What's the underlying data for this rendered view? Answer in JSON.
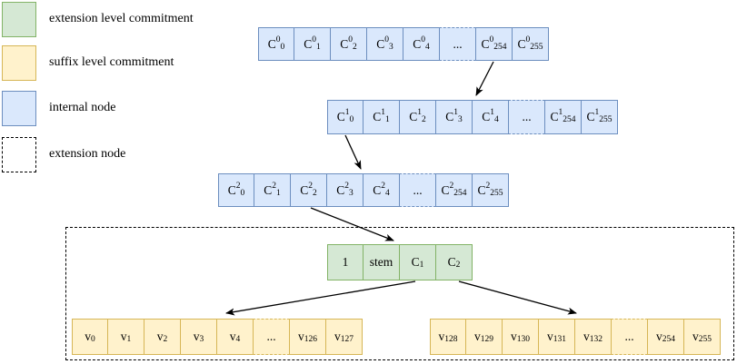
{
  "legend": {
    "items": [
      {
        "id": "extension-level-commitment",
        "label": "extension level commitment"
      },
      {
        "id": "suffix-level-commitment",
        "label": "suffix level commitment"
      },
      {
        "id": "internal-node",
        "label": "internal node"
      },
      {
        "id": "extension-node",
        "label": "extension node"
      }
    ]
  },
  "tree": {
    "internal_rows": [
      {
        "level": "0",
        "cells": [
          {
            "t": "C",
            "sup": "0",
            "sub": "0"
          },
          {
            "t": "C",
            "sup": "0",
            "sub": "1"
          },
          {
            "t": "C",
            "sup": "0",
            "sub": "2"
          },
          {
            "t": "C",
            "sup": "0",
            "sub": "3"
          },
          {
            "t": "C",
            "sup": "0",
            "sub": "4"
          },
          {
            "t": "...",
            "dashed": true
          },
          {
            "t": "C",
            "sup": "0",
            "sub": "254"
          },
          {
            "t": "C",
            "sup": "0",
            "sub": "255"
          }
        ]
      },
      {
        "level": "1",
        "cells": [
          {
            "t": "C",
            "sup": "1",
            "sub": "0"
          },
          {
            "t": "C",
            "sup": "1",
            "sub": "1"
          },
          {
            "t": "C",
            "sup": "1",
            "sub": "2"
          },
          {
            "t": "C",
            "sup": "1",
            "sub": "3"
          },
          {
            "t": "C",
            "sup": "1",
            "sub": "4"
          },
          {
            "t": "...",
            "dashed": true
          },
          {
            "t": "C",
            "sup": "1",
            "sub": "254"
          },
          {
            "t": "C",
            "sup": "1",
            "sub": "255"
          }
        ]
      },
      {
        "level": "2",
        "cells": [
          {
            "t": "C",
            "sup": "2",
            "sub": "0"
          },
          {
            "t": "C",
            "sup": "2",
            "sub": "1"
          },
          {
            "t": "C",
            "sup": "2",
            "sub": "2"
          },
          {
            "t": "C",
            "sup": "2",
            "sub": "3"
          },
          {
            "t": "C",
            "sup": "2",
            "sub": "4"
          },
          {
            "t": "...",
            "dashed": true
          },
          {
            "t": "C",
            "sup": "2",
            "sub": "254"
          },
          {
            "t": "C",
            "sup": "2",
            "sub": "255"
          }
        ]
      }
    ],
    "extension_row": {
      "cells": [
        {
          "t": "1"
        },
        {
          "t": "stem"
        },
        {
          "t": "C",
          "sub": "1"
        },
        {
          "t": "C",
          "sub": "2"
        }
      ]
    },
    "suffix_rows": [
      {
        "side": "left",
        "cells": [
          {
            "t": "v",
            "sub": "0"
          },
          {
            "t": "v",
            "sub": "1"
          },
          {
            "t": "v",
            "sub": "2"
          },
          {
            "t": "v",
            "sub": "3"
          },
          {
            "t": "v",
            "sub": "4"
          },
          {
            "t": "...",
            "dashed": true
          },
          {
            "t": "v",
            "sub": "126"
          },
          {
            "t": "v",
            "sub": "127"
          }
        ]
      },
      {
        "side": "right",
        "cells": [
          {
            "t": "v",
            "sub": "128"
          },
          {
            "t": "v",
            "sub": "129"
          },
          {
            "t": "v",
            "sub": "130"
          },
          {
            "t": "v",
            "sub": "131"
          },
          {
            "t": "v",
            "sub": "132"
          },
          {
            "t": "...",
            "dashed": true
          },
          {
            "t": "v",
            "sub": "254"
          },
          {
            "t": "v",
            "sub": "255"
          }
        ]
      }
    ]
  },
  "colors": {
    "blue_fill": "#dae8fc",
    "blue_stroke": "#6c8ebf",
    "green_fill": "#d5e8d4",
    "green_stroke": "#82b366",
    "yellow_fill": "#fff2cc",
    "yellow_stroke": "#d6b656",
    "dashed_border": "#000000",
    "arrow": "#000000",
    "background": "#ffffff"
  }
}
